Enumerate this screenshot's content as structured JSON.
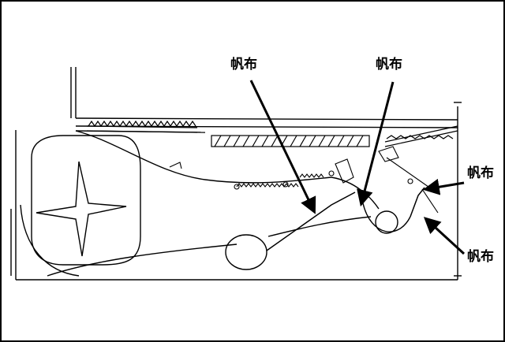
{
  "diagram": {
    "labels": {
      "canvas_1": "帆布",
      "canvas_2": "帆布",
      "canvas_3": "帆布",
      "canvas_4": "帆布"
    }
  }
}
